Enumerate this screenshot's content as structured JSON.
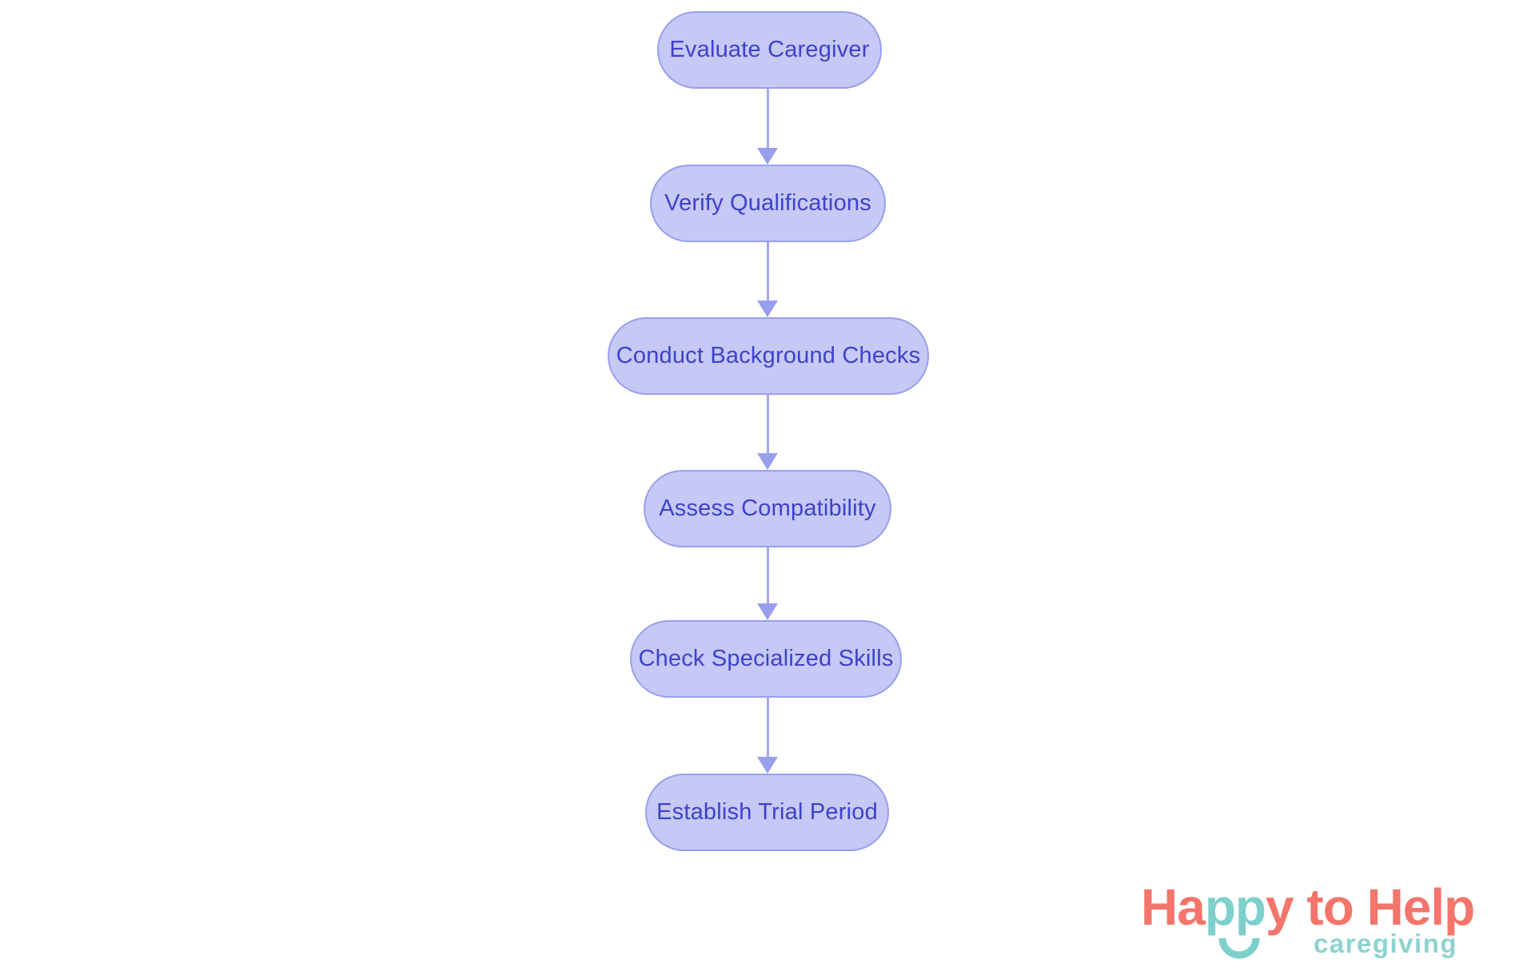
{
  "diagram": {
    "type": "flowchart",
    "direction": "top-down",
    "nodes": [
      {
        "id": 1,
        "label": "Evaluate Caregiver"
      },
      {
        "id": 2,
        "label": "Verify Qualifications"
      },
      {
        "id": 3,
        "label": "Conduct Background Checks"
      },
      {
        "id": 4,
        "label": "Assess Compatibility"
      },
      {
        "id": 5,
        "label": "Check Specialized Skills"
      },
      {
        "id": 6,
        "label": "Establish Trial Period"
      }
    ],
    "edges": [
      {
        "from": "Evaluate Caregiver",
        "to": "Verify Qualifications"
      },
      {
        "from": "Verify Qualifications",
        "to": "Conduct Background Checks"
      },
      {
        "from": "Conduct Background Checks",
        "to": "Assess Compatibility"
      },
      {
        "from": "Assess Compatibility",
        "to": "Check Specialized Skills"
      },
      {
        "from": "Check Specialized Skills",
        "to": "Establish Trial Period"
      }
    ],
    "colors": {
      "node_fill": "#c6c8f5",
      "node_border": "#98a0ed",
      "node_text": "#3d43c9",
      "arrow": "#9aa2ef",
      "background": "#ffffff"
    }
  },
  "logo": {
    "title_part1": "Ha",
    "title_part2": "pp",
    "title_part3": "y to Help",
    "subtitle": "caregiving",
    "colors": {
      "coral": "#f3756b",
      "teal": "#7ed0cc",
      "subtitle_teal": "#8dd3d0"
    }
  }
}
